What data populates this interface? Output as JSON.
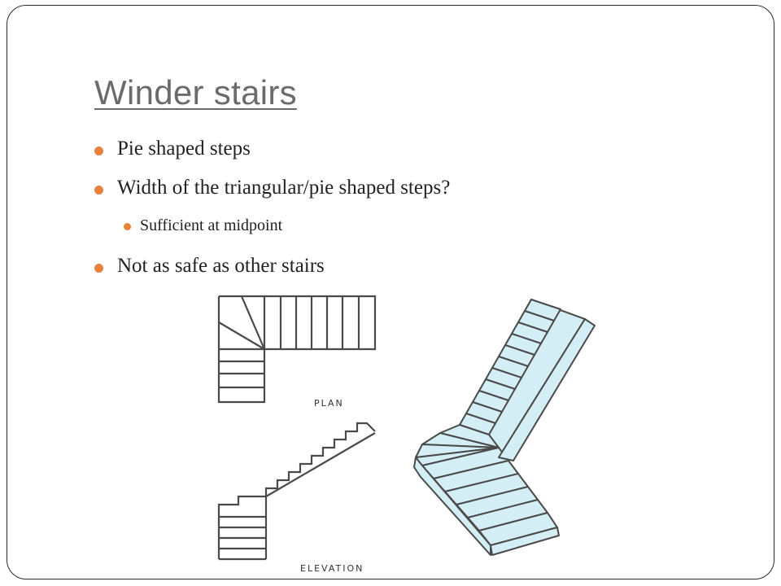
{
  "slide": {
    "title": "Winder stairs",
    "bullets": [
      {
        "level": 1,
        "text": "Pie shaped steps"
      },
      {
        "level": 1,
        "text": "Width of the triangular/pie shaped steps?"
      },
      {
        "level": 2,
        "text": "Sufficient at midpoint"
      },
      {
        "level": 1,
        "text": "Not as safe as other stairs"
      }
    ],
    "bullet_color": "#e8823a",
    "title_color": "#6b6b6b"
  },
  "figure": {
    "plan_label": "PLAN",
    "elevation_label": "ELEVATION",
    "step_fill_color": "#d4eef5"
  }
}
